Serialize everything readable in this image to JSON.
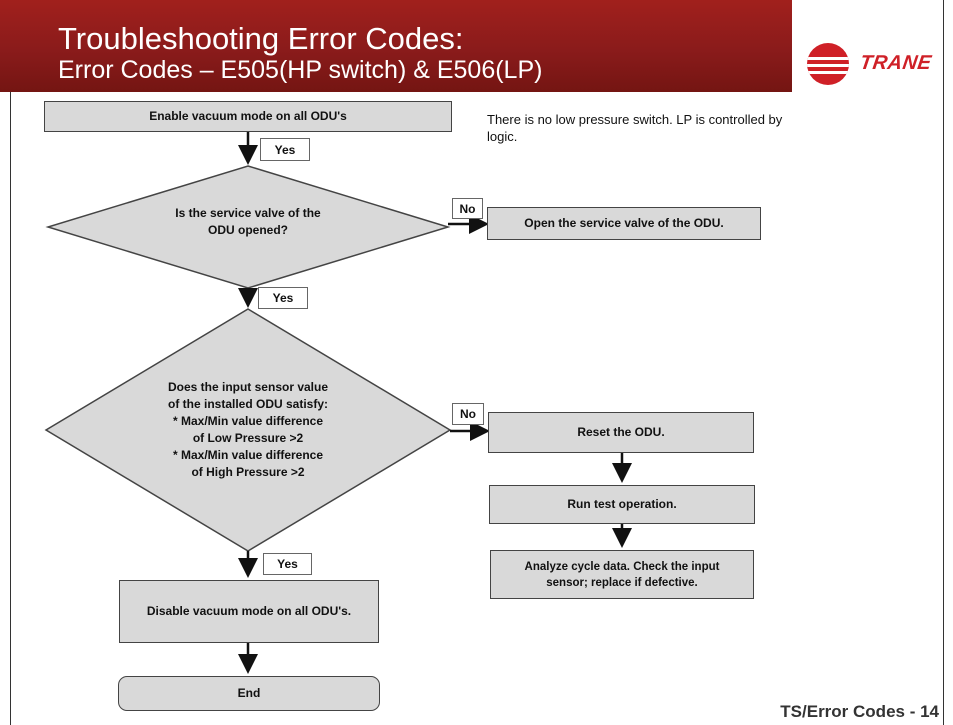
{
  "header": {
    "title_line1": "Troubleshooting Error Codes:",
    "title_line2": "Error Codes – E505(HP switch) & E506(LP)",
    "logo_text": "TRANE",
    "brand_color": "#8a1b1b",
    "logo_color": "#cf2027"
  },
  "note": "There is no low pressure switch. LP is controlled by logic.",
  "flow": {
    "step_enable": "Enable vacuum mode on all ODU's",
    "yes1": "Yes",
    "decision_valve_line1": "Is the service valve of the",
    "decision_valve_line2": "ODU opened?",
    "no1": "No",
    "action_open_valve": "Open the service valve of the ODU.",
    "yes2": "Yes",
    "decision_sensor_line1": "Does the input sensor value",
    "decision_sensor_line2": "of the installed ODU satisfy:",
    "decision_sensor_line3": "* Max/Min value difference",
    "decision_sensor_line4": "of Low Pressure >2",
    "decision_sensor_line5": "* Max/Min value difference",
    "decision_sensor_line6": "of High Pressure >2",
    "no2": "No",
    "action_reset": "Reset the ODU.",
    "action_run_test": "Run test operation.",
    "action_analyze_line1": "Analyze cycle data.  Check the input",
    "action_analyze_line2": "sensor; replace if defective.",
    "yes3": "Yes",
    "step_disable": "Disable vacuum mode on all ODU's.",
    "end": "End"
  },
  "footer": "TS/Error Codes - 14"
}
